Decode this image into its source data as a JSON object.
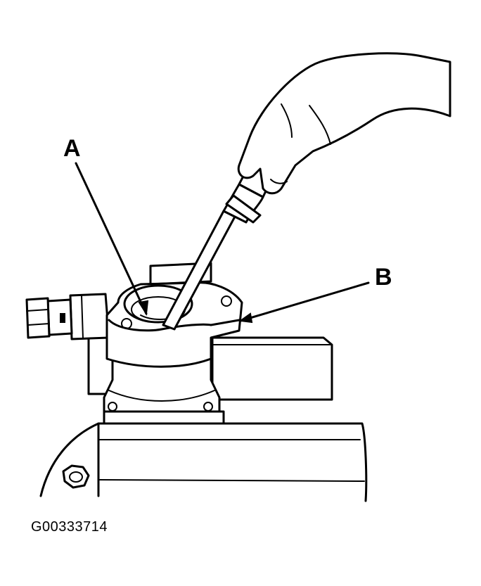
{
  "figure": {
    "callouts": [
      {
        "id": "a",
        "label": "A"
      },
      {
        "id": "b",
        "label": "B"
      }
    ],
    "figure_id": "G00333714"
  },
  "colors": {
    "ink": "#000000",
    "paper": "#ffffff"
  }
}
